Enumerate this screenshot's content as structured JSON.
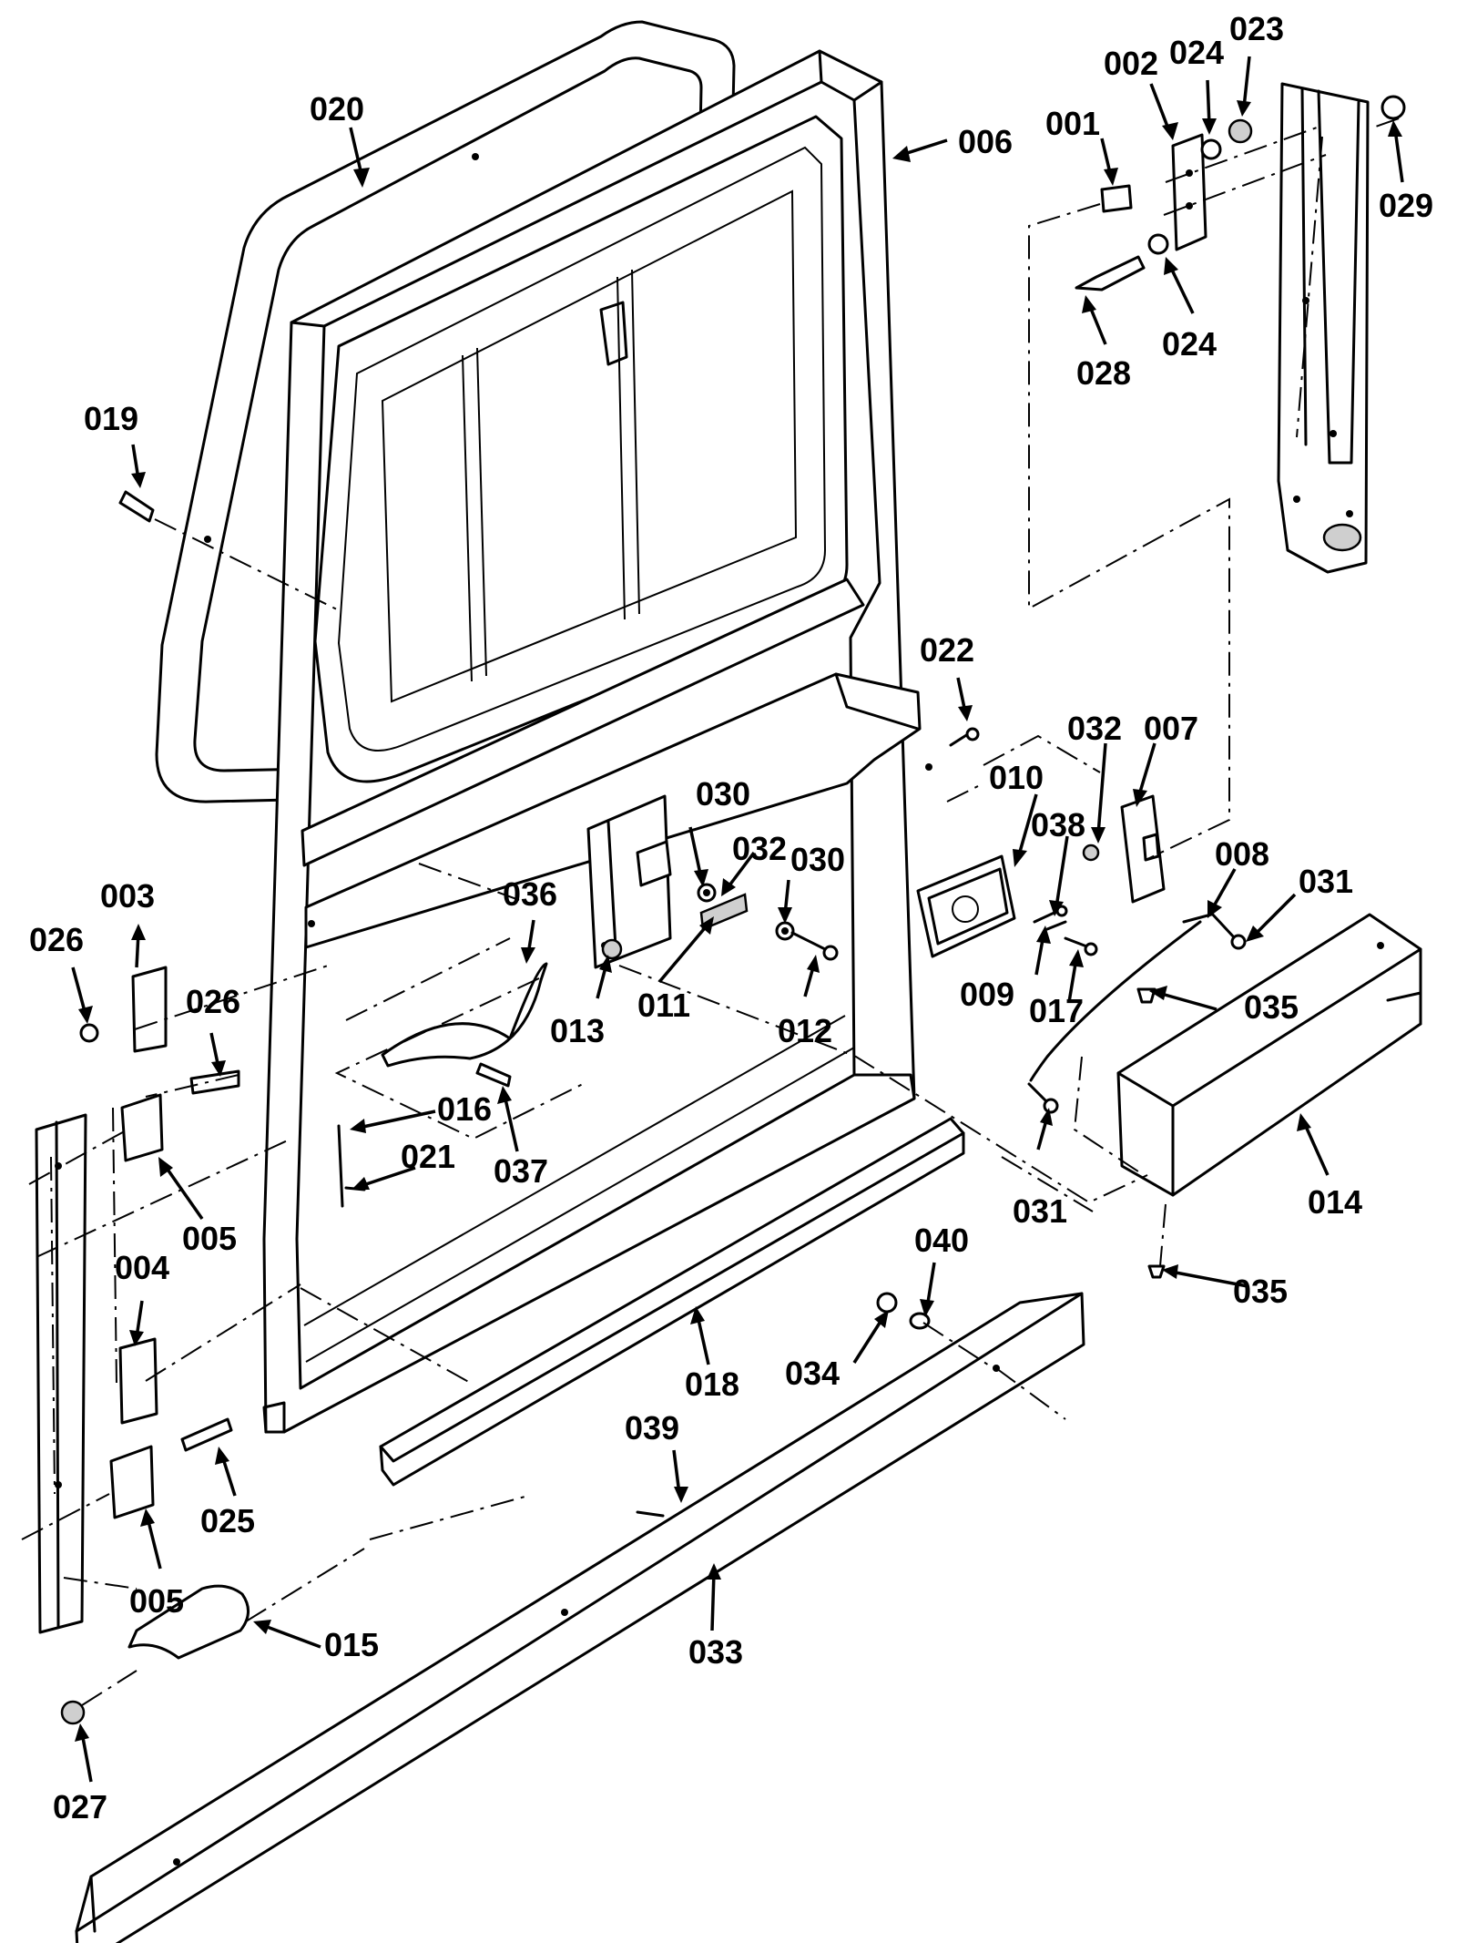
{
  "diagram": {
    "labels": {
      "p001": "001",
      "p002": "002",
      "p003": "003",
      "p004": "004",
      "p005a": "005",
      "p005b": "005",
      "p006": "006",
      "p007": "007",
      "p008": "008",
      "p009": "009",
      "p010": "010",
      "p011": "011",
      "p012": "012",
      "p013": "013",
      "p014": "014",
      "p015": "015",
      "p016": "016",
      "p017": "017",
      "p018": "018",
      "p019": "019",
      "p020": "020",
      "p021": "021",
      "p022": "022",
      "p023": "023",
      "p024a": "024",
      "p024b": "024",
      "p025": "025",
      "p026a": "026",
      "p026b": "026",
      "p027": "027",
      "p028": "028",
      "p029": "029",
      "p030a": "030",
      "p030b": "030",
      "p031a": "031",
      "p031b": "031",
      "p032a": "032",
      "p032b": "032",
      "p033": "033",
      "p034": "034",
      "p035a": "035",
      "p035b": "035",
      "p036": "036",
      "p037": "037",
      "p038": "038",
      "p039": "039",
      "p040": "040"
    }
  }
}
